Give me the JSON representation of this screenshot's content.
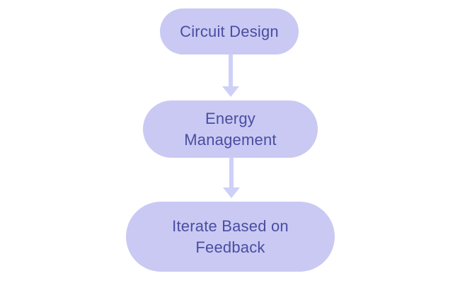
{
  "diagram": {
    "type": "flowchart",
    "direction": "top-down",
    "nodes": [
      {
        "id": "circuit-design",
        "label": "Circuit Design"
      },
      {
        "id": "energy-management",
        "label": "Energy Management"
      },
      {
        "id": "iterate-based-on-feedback",
        "label": "Iterate Based on Feedback"
      }
    ],
    "edges": [
      {
        "from": "circuit-design",
        "to": "energy-management",
        "arrow": "down"
      },
      {
        "from": "energy-management",
        "to": "iterate-based-on-feedback",
        "arrow": "down"
      }
    ],
    "colors": {
      "node_fill": "#c9c9f3",
      "node_text": "#4a4da1",
      "arrow": "#ced0f8",
      "background": "#ffffff"
    }
  }
}
